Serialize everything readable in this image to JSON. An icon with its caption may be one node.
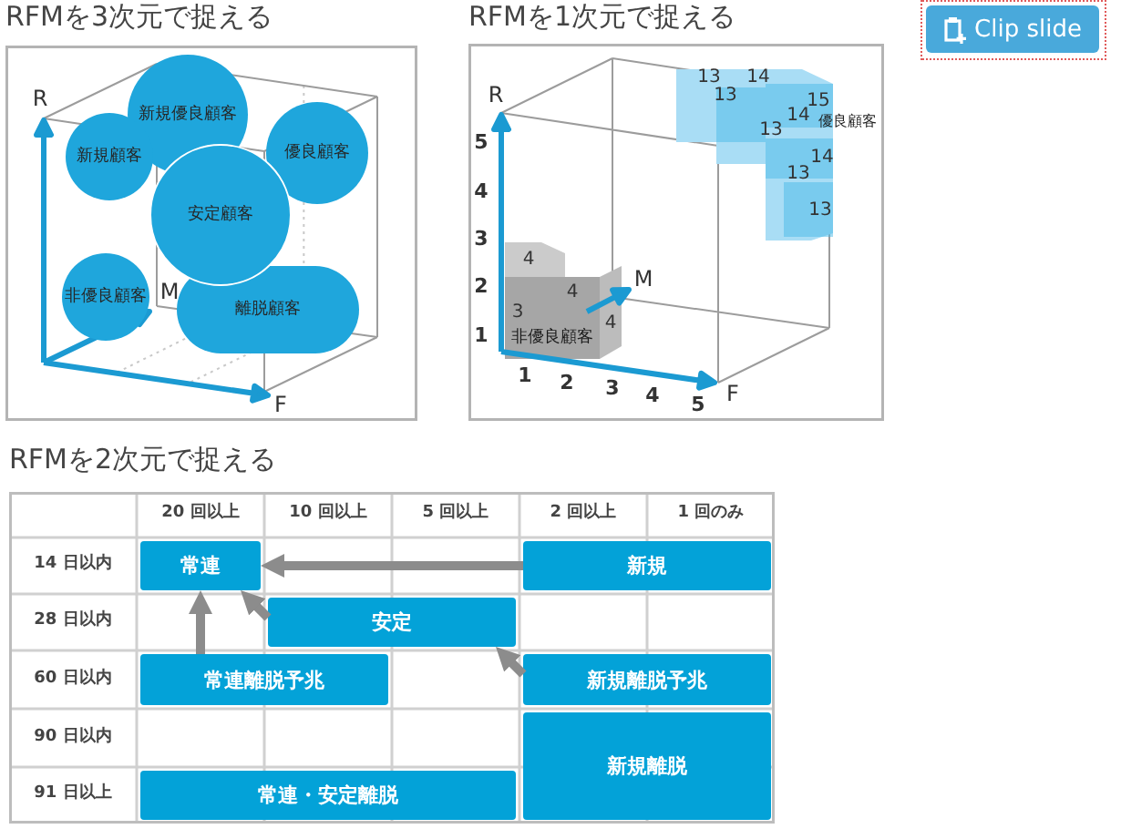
{
  "diagram": {
    "nodes": [
      {
        "text": [
          "RFMを3次元で捉える"
        ]
      },
      {
        "text": [
          "新規優良顧客"
        ],
        "in": 0
      },
      {
        "text": [
          "新規顧客"
        ],
        "in": 0
      },
      {
        "text": [
          "優良顧客"
        ],
        "in": 0
      },
      {
        "text": [
          "安定顧客"
        ],
        "in": 0
      },
      {
        "text": [
          "非優良顧客"
        ],
        "in": 0
      },
      {
        "text": [
          "離脱顧客"
        ],
        "in": 0
      },
      {
        "text": [
          "RFMを1次元で捉える"
        ]
      },
      {
        "text": [
          "RFMを2次元で捉える"
        ]
      },
      {
        "text": [
          "常連"
        ],
        "in": 8
      },
      {
        "text": [
          "新規"
        ],
        "in": 8
      },
      {
        "text": [
          "安定"
        ],
        "in": 8
      },
      {
        "text": [
          "常連離脱予兆"
        ],
        "in": 8
      },
      {
        "text": [
          "新規離脱予兆"
        ],
        "in": 8
      },
      {
        "text": [
          "新規離脱"
        ],
        "in": 8
      },
      {
        "text": [
          "常連・安定離脱"
        ],
        "in": 8
      }
    ],
    "edges": [
      {
        "from": 10,
        "to": 9,
        "arrow": "to"
      },
      {
        "from": 11,
        "to": 9,
        "arrow": "to"
      },
      {
        "from": 12,
        "to": 9,
        "arrow": "to"
      },
      {
        "from": 13,
        "to": 11,
        "arrow": "to"
      }
    ],
    "labels": [
      "Clip slide",
      "R",
      "M",
      "F",
      "13",
      "14",
      "13",
      "15",
      "14",
      "優良顧客",
      "13",
      "14",
      "13",
      "13",
      "R",
      "5",
      "4",
      "3",
      "2",
      "1",
      "4",
      "4",
      "M",
      "3",
      "非優良顧客",
      "4",
      "1",
      "2",
      "3",
      "4",
      "5",
      "F",
      "20 回以上",
      "10 回以上",
      "5 回以上",
      "2 回以上",
      "1 回のみ",
      "14 日以内",
      "28 日以内",
      "60 日以内",
      "90 日以内",
      "91 日以上"
    ]
  }
}
